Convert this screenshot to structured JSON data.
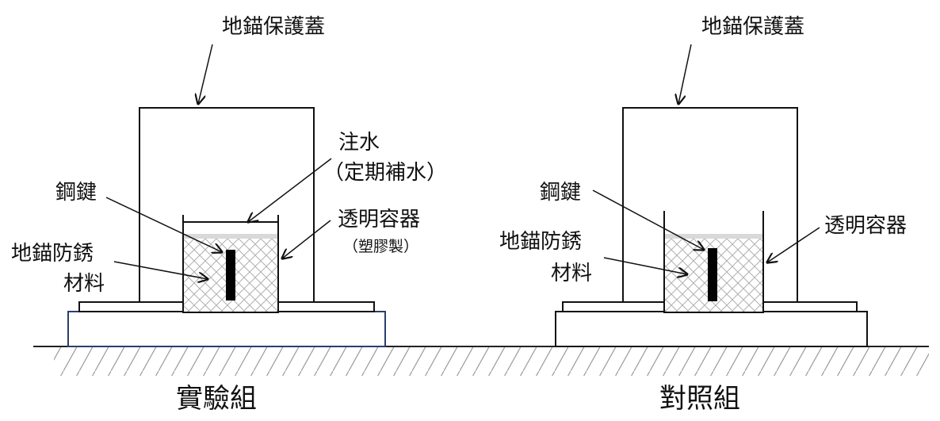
{
  "experimental_group": {
    "title": "實驗組",
    "cover_label": "地錨保護蓋",
    "water_label_line1": "注水",
    "water_label_line2": "（定期補水）",
    "steel_key_label": "鋼鍵",
    "anticorrosion_label_line1": "地錨防銹",
    "anticorrosion_label_line2": "材料",
    "container_label": "透明容器",
    "container_material": "（塑膠製）"
  },
  "control_group": {
    "title": "對照組",
    "cover_label": "地錨保護蓋",
    "steel_key_label": "鋼鍵",
    "anticorrosion_label_line1": "地錨防銹",
    "anticorrosion_label_line2": "材料",
    "container_label": "透明容器"
  },
  "colors": {
    "line": "#111111",
    "base_outline_experimental": "#2c3e70",
    "fill_hatch": "#b0b0b0",
    "water_fill": "#d9d9d9",
    "steel_key": "#000000"
  }
}
